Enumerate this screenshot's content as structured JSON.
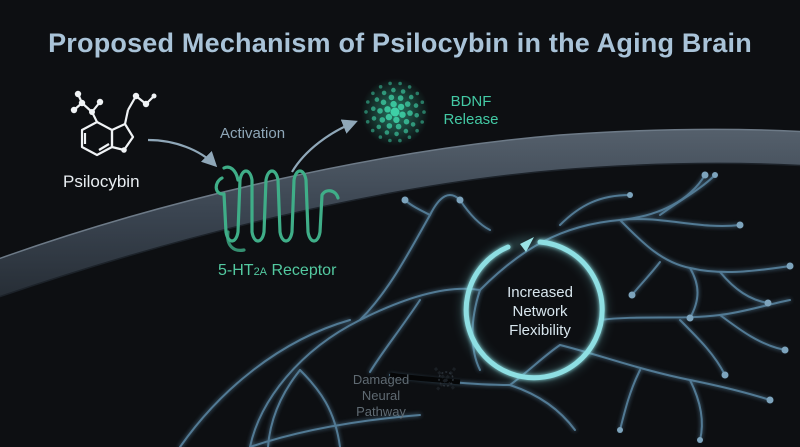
{
  "title": "Proposed Mechanism of Psilocybin in the Aging Brain",
  "labels": {
    "psilocybin": "Psilocybin",
    "activation": "Activation",
    "bdnf_line1": "BDNF",
    "bdnf_line2": "Release",
    "receptor_prefix": "5-HT",
    "receptor_sub": "2A",
    "receptor_suffix": " Receptor",
    "network_line1": "Increased",
    "network_line2": "Network",
    "network_line3": "Flexibility",
    "damaged_line1": "Damaged",
    "damaged_line2": "Neural",
    "damaged_line3": "Pathway"
  },
  "colors": {
    "background": "#0d0f12",
    "title": "#a9c3d8",
    "membrane": "#3a4552",
    "receptor": "#3fae88",
    "bdnf": "#3ed0a6",
    "neuron": "#5a86a3",
    "flexibility_ring": "#7fd6dc",
    "damaged": "#050607"
  }
}
